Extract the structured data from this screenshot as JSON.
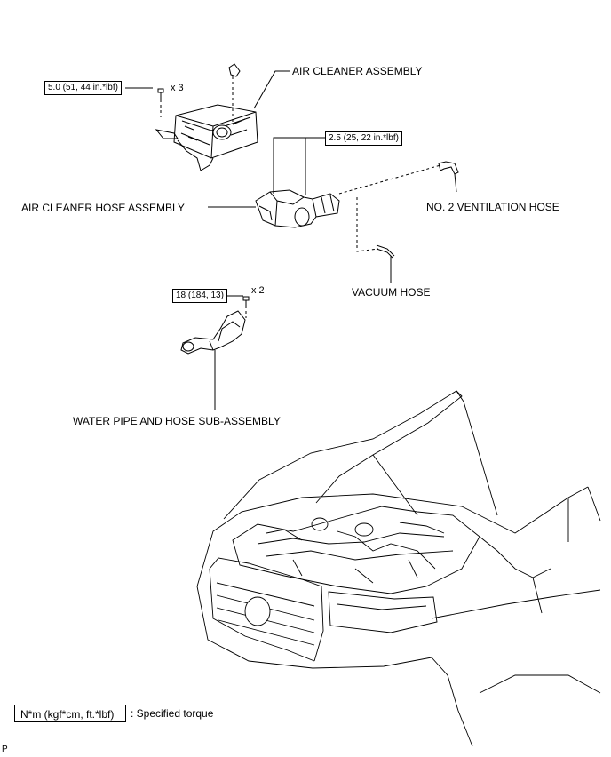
{
  "labels": {
    "air_cleaner_assembly": "AIR CLEANER ASSEMBLY",
    "air_cleaner_hose_assembly": "AIR CLEANER HOSE ASSEMBLY",
    "no2_ventilation_hose": "NO. 2 VENTILATION HOSE",
    "vacuum_hose": "VACUUM HOSE",
    "water_pipe_hose": "WATER PIPE AND HOSE SUB-ASSEMBLY"
  },
  "torques": {
    "air_cleaner": "5.0 (51, 44 in.*lbf)",
    "hose_clamp": "2.5 (25, 22 in.*lbf)",
    "water_pipe": "18 (184, 13)"
  },
  "quantities": {
    "air_cleaner_bolts": "x 3",
    "water_pipe_bolts": "x 2"
  },
  "legend": {
    "unit_box": "N*m (kgf*cm, ft.*lbf)",
    "unit_desc": ": Specified torque"
  },
  "corner_mark": "P"
}
